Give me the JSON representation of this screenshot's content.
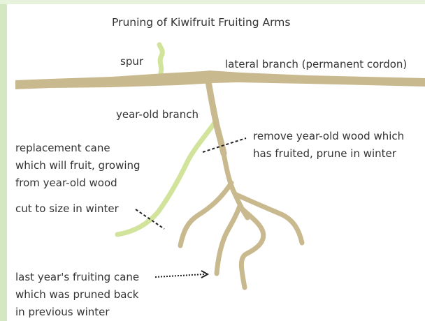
{
  "title": "Pruning of Kiwifruit Fruiting Arms",
  "labels": {
    "spur": "spur",
    "lateral_branch": "lateral branch (permanent cordon)",
    "year_old_branch": "year-old branch",
    "remove_year_old": [
      "remove year-old wood which",
      "has fruited, prune in winter"
    ],
    "replacement_cane": [
      "replacement cane",
      "which will fruit, growing",
      "from year-old wood"
    ],
    "cut_to_size": "cut to size in winter",
    "last_years_cane": [
      "last year's fruiting cane",
      "which was pruned back",
      "in previous winter"
    ]
  },
  "colors": {
    "background": "#ffffff",
    "frame_left": "#d3e8c1",
    "frame_top": "#e6f2db",
    "old_wood": "#c9b98e",
    "new_cane": "#d2e39b",
    "text": "#333333"
  }
}
